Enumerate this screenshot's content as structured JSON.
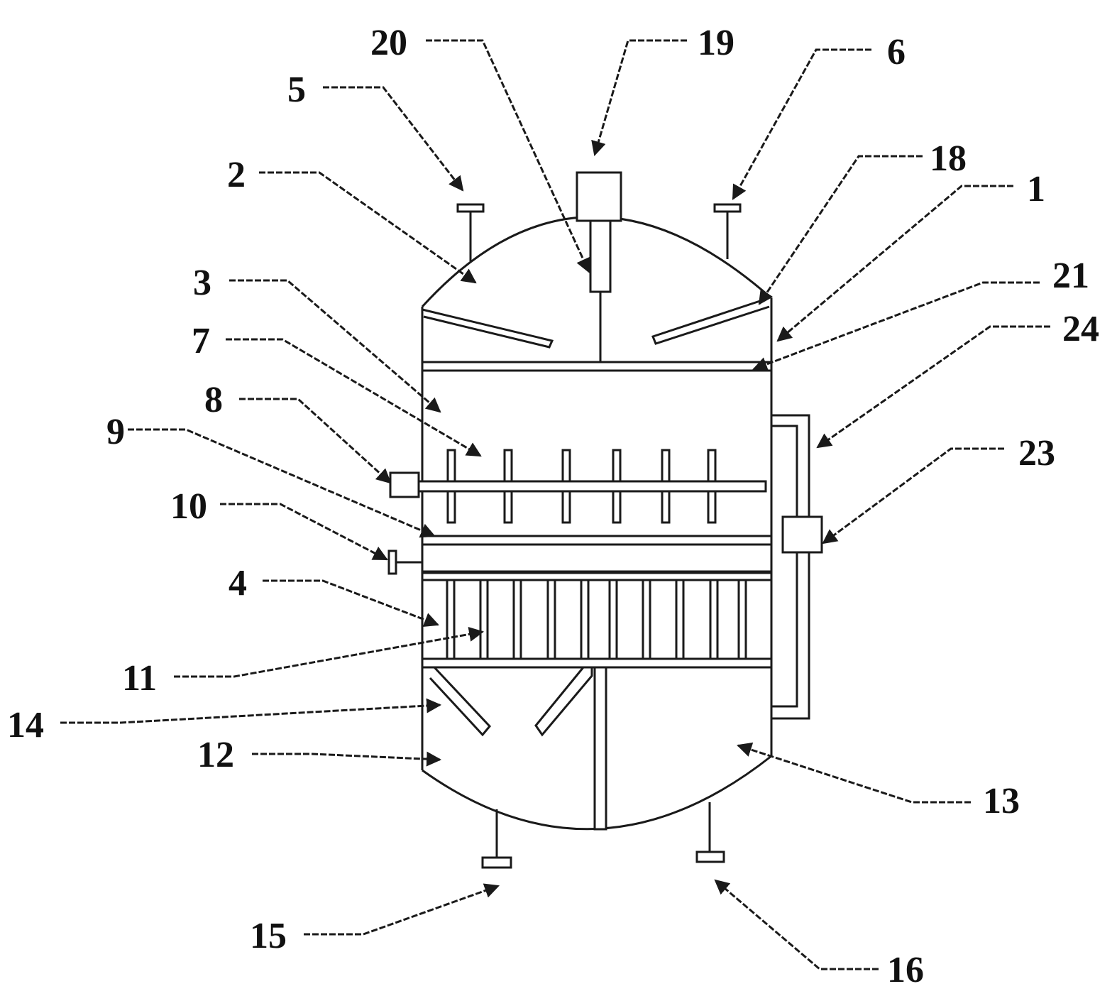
{
  "labels": {
    "l1": "1",
    "l2": "2",
    "l3": "3",
    "l4": "4",
    "l5": "5",
    "l6": "6",
    "l7": "7",
    "l8": "8",
    "l9": "9",
    "l10": "10",
    "l11": "11",
    "l12": "12",
    "l13": "13",
    "l14": "14",
    "l15": "15",
    "l16": "16",
    "l18": "18",
    "l19": "19",
    "l20": "20",
    "l21": "21",
    "l23": "23",
    "l24": "24"
  }
}
